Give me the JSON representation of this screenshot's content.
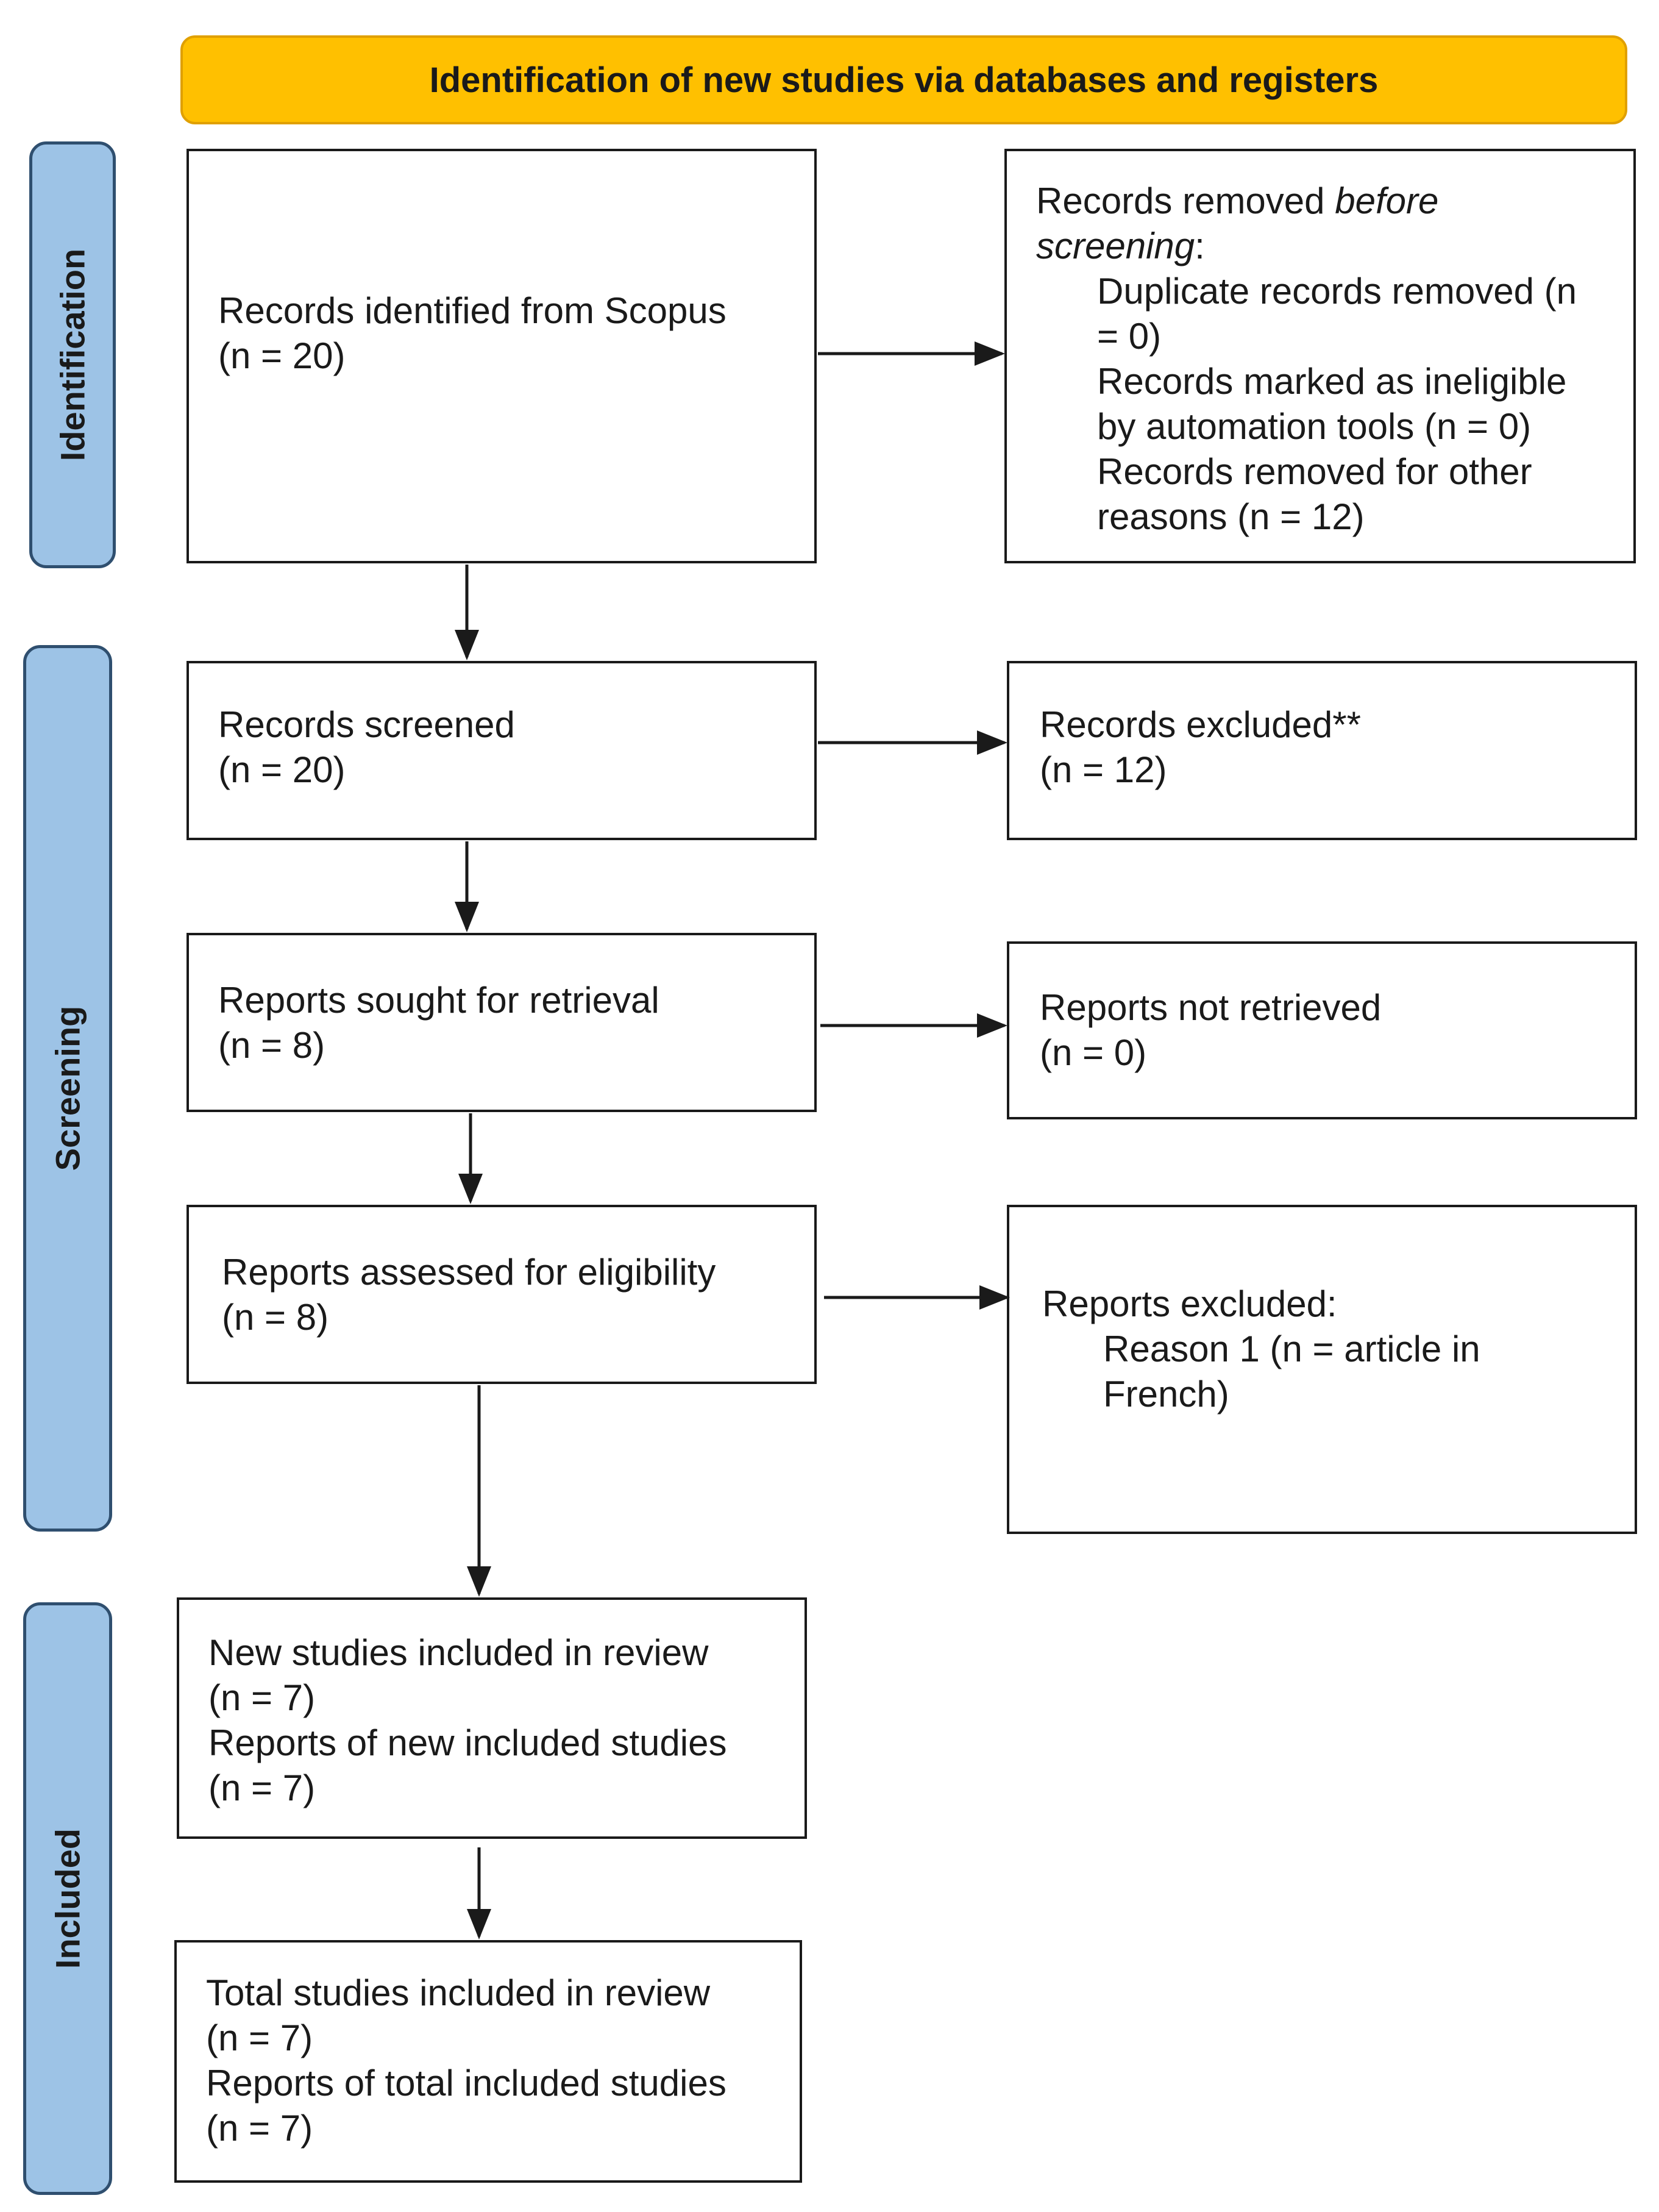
{
  "header": "Identification of new studies via databases and registers",
  "phases": {
    "identification": "Identification",
    "screening": "Screening",
    "included": "Included"
  },
  "boxes": {
    "records_identified": {
      "line1": "Records identified from Scopus",
      "line2": "(n = 20)"
    },
    "records_removed": {
      "line1_a": "Records removed ",
      "line1_b": "before",
      "line2_a": "screening",
      "line2_b": ":",
      "line3": "Duplicate records removed (n",
      "line4": "= 0)",
      "line5": "Records marked as ineligible",
      "line6": "by automation tools (n = 0)",
      "line7": "Records removed for other",
      "line8": "reasons (n = 12)"
    },
    "records_screened": {
      "line1": "Records screened",
      "line2": "(n = 20)"
    },
    "records_excluded": {
      "line1": "Records excluded**",
      "line2": "(n = 12)"
    },
    "reports_sought": {
      "line1": "Reports sought for retrieval",
      "line2": "(n = 8)"
    },
    "reports_not_retrieved": {
      "line1": "Reports not retrieved",
      "line2": "(n = 0)"
    },
    "reports_assessed": {
      "line1": "Reports assessed for eligibility",
      "line2": "(n = 8)"
    },
    "reports_excluded": {
      "line1": "Reports excluded:",
      "line2": "Reason 1 (n = article in",
      "line3": "French)"
    },
    "new_studies": {
      "line1": "New studies included in review",
      "line2": "(n = 7)",
      "line3": "Reports of new included studies",
      "line4": "(n = 7)"
    },
    "total_studies": {
      "line1": "Total studies included in review",
      "line2": "(n = 7)",
      "line3": "Reports of total included studies",
      "line4": "(n = 7)"
    }
  }
}
